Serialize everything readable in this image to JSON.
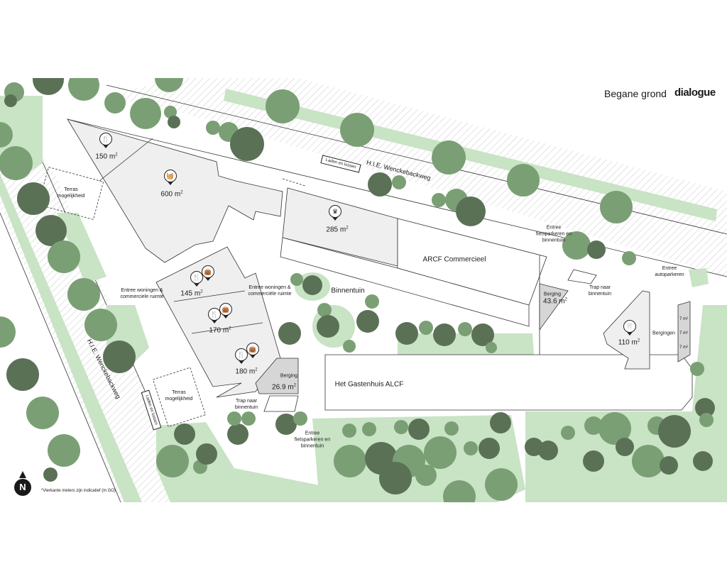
{
  "header": {
    "title": "Begane grond",
    "logo": "dialogue"
  },
  "streets": {
    "top": "H.I.E. Wenckebackweg",
    "left": "H.I.E. Wenckebackweg"
  },
  "loading": {
    "top": "Laden en lossen",
    "left": "Laden en lossen"
  },
  "terrace": {
    "north": "Terras mogelijkheid",
    "south": "Terras mogelijkheid"
  },
  "units": [
    {
      "area": "150 m",
      "icon": "restaurant-icon"
    },
    {
      "area": "600 m",
      "icon": "supermarket-basket-icon"
    },
    {
      "area": "285 m",
      "icon": "service-icon"
    },
    {
      "area": "145 m",
      "icon": "restaurant-shop-icon"
    },
    {
      "area": "170 m",
      "icon": "restaurant-shop-icon"
    },
    {
      "area": "180 m",
      "icon": "restaurant-shop-icon"
    },
    {
      "area": "110 m",
      "icon": "dentist-icon"
    }
  ],
  "sup": "2",
  "buildings": {
    "arcf": "ARCF Commercieel",
    "gastenhuis": "Het Gastenhuis ALCF",
    "binnentuin": "Binnentuin"
  },
  "storage": {
    "berging1_label": "Berging",
    "berging1_area": "43.6 m",
    "berging2_label": "Berging",
    "berging2_area": "26.9 m",
    "bergingen_label": "Bergingen",
    "small": [
      "7 m²",
      "7 m²",
      "7 m²"
    ]
  },
  "entrances": {
    "woningen_left": "Entree woningen & commerciele ruimte",
    "woningen_mid": "Entree woningen & commerciële ruimte",
    "fiets_top": "Entree fietsparkeren en binnentuin",
    "fiets_bottom": "Entree fietsparkeren en binnentuin",
    "auto": "Entree autoparkeren",
    "trap_top": "Trap naar binnentuin",
    "trap_bottom": "Trap naar binnentuin"
  },
  "north": "N",
  "footnote": "*Vierkante meters zijn indicatief (in GO)",
  "colors": {
    "light_green": "#c9e3c5",
    "mid_green": "#7a9f74",
    "dark_green": "#5b7156",
    "building": "#efefef",
    "storage": "#d6d6d6"
  }
}
